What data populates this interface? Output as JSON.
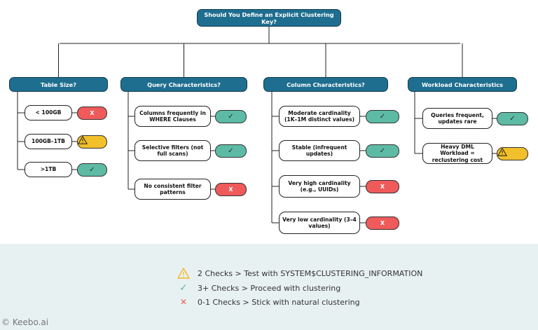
{
  "title": "Should You Define an Explicit Clustering Key?",
  "categories": [
    {
      "label": "Table Size?",
      "items": [
        {
          "text": "< 100GB",
          "result": "X"
        },
        {
          "text": "100GB–1TB",
          "result": "warn"
        },
        {
          "text": ">1TB",
          "result": "check"
        }
      ]
    },
    {
      "label": "Query Characteristics?",
      "items": [
        {
          "text": "Columns frequently in WHERE Clauses",
          "result": "check"
        },
        {
          "text": "Selective filters (not full scans)",
          "result": "check"
        },
        {
          "text": "No consistent filter patterns",
          "result": "X"
        }
      ]
    },
    {
      "label": "Column Characteristics?",
      "items": [
        {
          "text": "Moderate cardinality (1K–1M distinct values)",
          "result": "check"
        },
        {
          "text": "Stable (infrequent updates)",
          "result": "check"
        },
        {
          "text": "Very high cardinality (e.g., UUIDs)",
          "result": "X"
        },
        {
          "text": "Very low cardinality (3–4 values)",
          "result": "X"
        }
      ]
    },
    {
      "label": "Workload Characteristics",
      "items": [
        {
          "text": "Queries frequent, updates rare",
          "result": "check"
        },
        {
          "text": "Heavy DML Workload = reclustering cost",
          "result": "warn"
        }
      ]
    }
  ],
  "legend": [
    {
      "icon": "warning-icon",
      "text": "2 Checks > Test with SYSTEM$CLUSTERING_INFORMATION"
    },
    {
      "icon": "check-icon",
      "text": "3+ Checks > Proceed with clustering"
    },
    {
      "icon": "x-icon",
      "text": "0-1 Checks > Stick with natural clustering"
    }
  ],
  "symbols": {
    "check": "✓",
    "x": "X",
    "legend_x": "✕"
  },
  "colors": {
    "header": "#1e6e8f",
    "check": "#5dbba5",
    "x": "#ef5a5a",
    "warn": "#f2c02b",
    "legend_bg": "#e8f1f2"
  },
  "credit": "© Keebo.ai"
}
